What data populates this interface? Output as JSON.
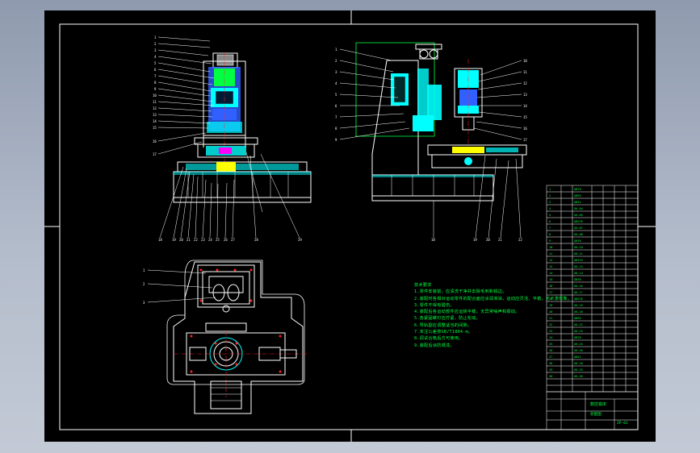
{
  "drawing": {
    "tech_requirements": {
      "title": "技术要求",
      "lines": [
        "1.零件安装前，应清洗干净并去除毛刺和锐边。",
        "2.装配时各相对运动零件的配合面应涂润滑油，运动应灵活、平稳，无卡滞现象。",
        "3.零件不得有碰伤。",
        "4.装配后各运动部件应运转平稳，无异常噪声和振动。",
        "5.各紧固螺钉应拧紧，防止松动。",
        "6.导轨副应调整适当的间隙。",
        "7.未注公差按GB/T1804-m。",
        "8.调试合格后方可使用。",
        "9.装配后涂防锈漆。"
      ]
    },
    "title_block": {
      "drawing_title": "数控铣床",
      "sub_title": "装配图",
      "sheet_code": "ZP-01"
    },
    "colors": {
      "line": "#ffffff",
      "outline": "#00ff40",
      "hatch": "#00ffff",
      "accent": "#ff00ff",
      "red": "#ff2020",
      "yellow": "#ffff00",
      "blue": "#3060ff",
      "background": "#000000"
    }
  }
}
